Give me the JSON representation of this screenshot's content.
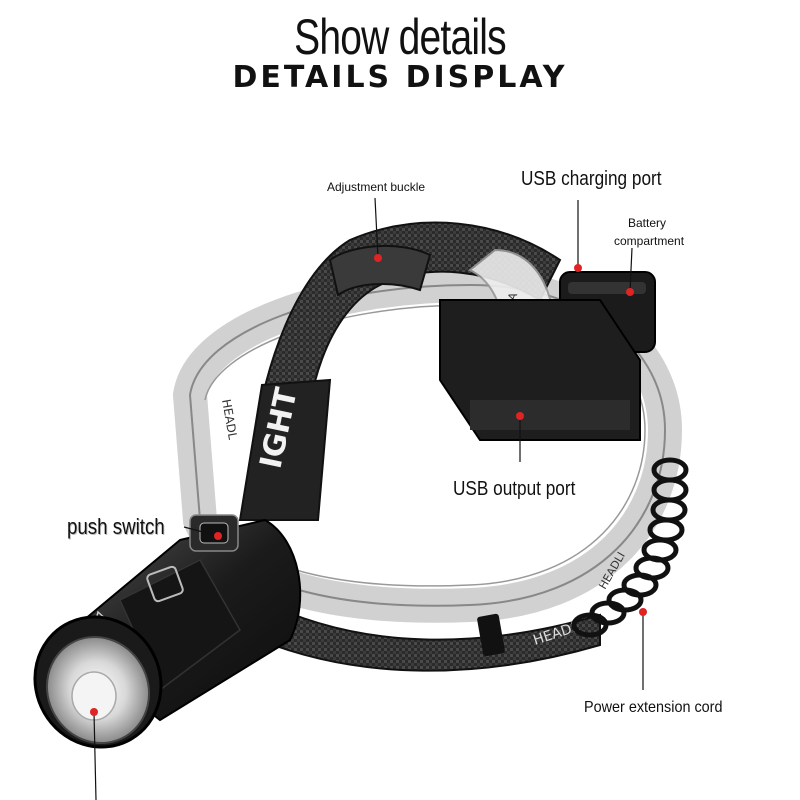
{
  "header": {
    "title": "Show details",
    "subtitle": "DETAILS DISPLAY"
  },
  "callouts": {
    "adjustment_buckle": "Adjustment buckle",
    "usb_charging_port": "USB charging port",
    "battery_compartment_line1": "Battery",
    "battery_compartment_line2": "compartment",
    "usb_output_port": "USB output port",
    "push_switch": "push switch",
    "power_extension_cord": "Power extension cord"
  },
  "strap_text": {
    "side": "IGHT",
    "band_left": "HEADL",
    "band_front": "HEADLI",
    "front_strap": "HEADL",
    "clear_strap": "IT LA"
  },
  "colors": {
    "marker": "#e02424",
    "strap": "#222222",
    "body": "#1a1a1a"
  }
}
